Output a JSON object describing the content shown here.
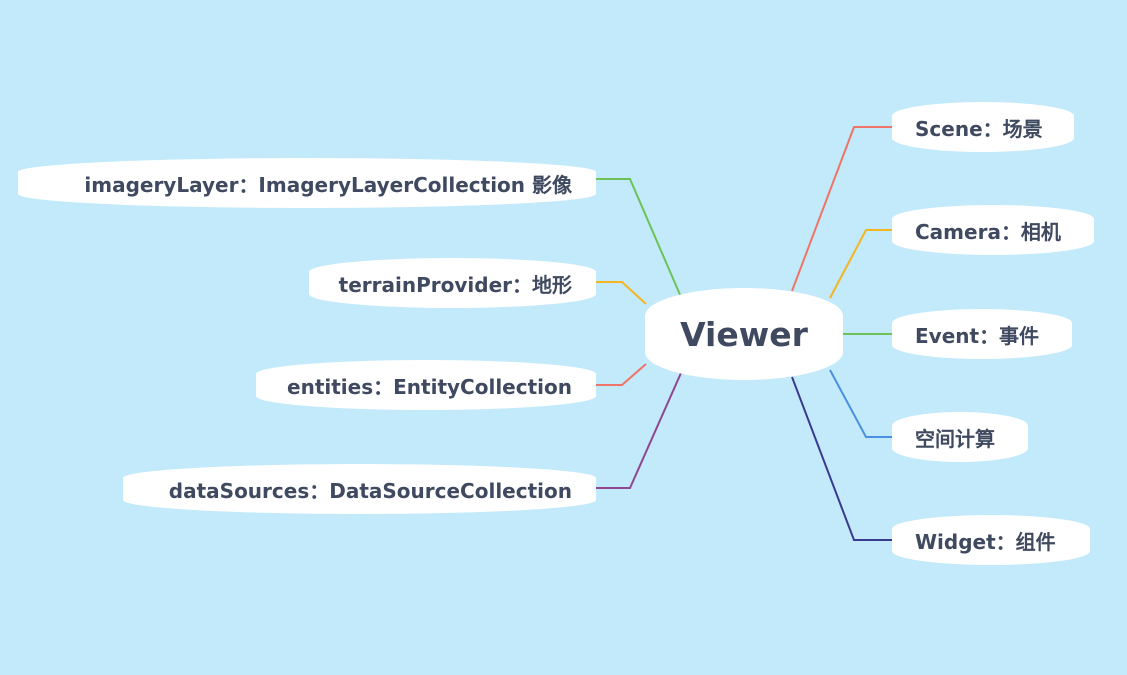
{
  "center": {
    "label": "Viewer"
  },
  "left_nodes": [
    {
      "label": "imageryLayer：ImageryLayerCollection 影像",
      "color": "#6cc257"
    },
    {
      "label": "terrainProvider：地形",
      "color": "#f5b521"
    },
    {
      "label": "entities：EntityCollection",
      "color": "#ef7467"
    },
    {
      "label": "dataSources：DataSourceCollection",
      "color": "#8e4790"
    }
  ],
  "right_nodes": [
    {
      "label": "Scene：场景",
      "color": "#ef7467"
    },
    {
      "label": "Camera：相机",
      "color": "#f5b521"
    },
    {
      "label": "Event：事件",
      "color": "#6cc257"
    },
    {
      "label": "空间计算",
      "color": "#4a90e2"
    },
    {
      "label": "Widget：组件",
      "color": "#3a3a8e"
    }
  ]
}
